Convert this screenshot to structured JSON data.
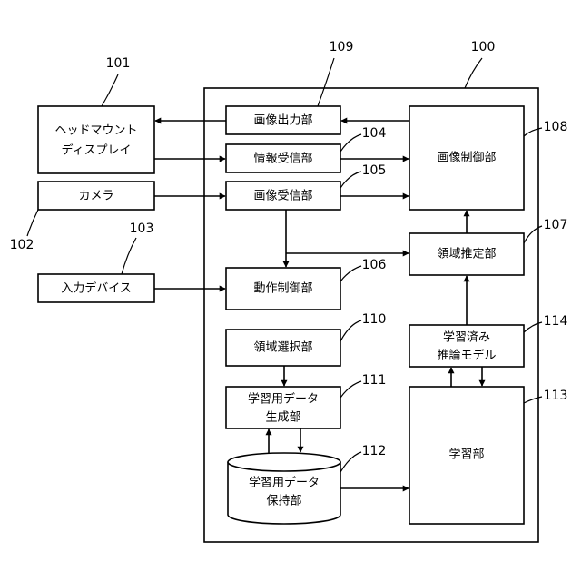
{
  "labels": {
    "hmd_line1": "ヘッドマウント",
    "hmd_line2": "ディスプレイ",
    "camera": "カメラ",
    "input_device": "入力デバイス",
    "image_output": "画像出力部",
    "info_receiver": "情報受信部",
    "image_receiver": "画像受信部",
    "motion_control": "動作制御部",
    "region_selection": "領域選択部",
    "training_data_gen_line1": "学習用データ",
    "training_data_gen_line2": "生成部",
    "training_data_store_line1": "学習用データ",
    "training_data_store_line2": "保持部",
    "image_control": "画像制御部",
    "region_estimation": "領域推定部",
    "trained_model_line1": "学習済み",
    "trained_model_line2": "推論モデル",
    "learning_unit": "学習部"
  },
  "refs": {
    "r100": "100",
    "r101": "101",
    "r102": "102",
    "r103": "103",
    "r104": "104",
    "r105": "105",
    "r106": "106",
    "r107": "107",
    "r108": "108",
    "r109": "109",
    "r110": "110",
    "r111": "111",
    "r112": "112",
    "r113": "113",
    "r114": "114"
  }
}
